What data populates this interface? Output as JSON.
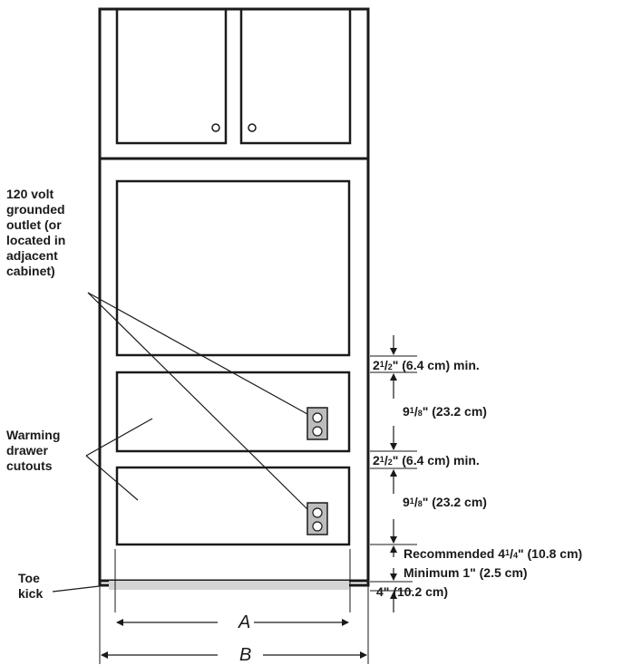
{
  "labels": {
    "outlet": "120 volt grounded outlet (or located in adjacent cabinet)",
    "warming": "Warming drawer cutouts",
    "toe_kick": "Toe kick",
    "width_a": "A",
    "width_b": "B"
  },
  "dimensions": [
    {
      "whole": "2",
      "num": "1",
      "den": "2",
      "rest": "\" (6.4 cm) min."
    },
    {
      "whole": "9",
      "num": "1",
      "den": "8",
      "rest": "\" (23.2 cm)"
    },
    {
      "whole": "2",
      "num": "1",
      "den": "2",
      "rest": "\" (6.4 cm) min."
    },
    {
      "whole": "9",
      "num": "1",
      "den": "8",
      "rest": "\" (23.2 cm)"
    },
    {
      "prefix": "Recommended 4",
      "num": "1",
      "den": "4",
      "rest": "\" (10.8 cm)"
    },
    {
      "text": "Minimum 1\" (2.5 cm)"
    },
    {
      "text": "4\" (10.2 cm)"
    }
  ]
}
